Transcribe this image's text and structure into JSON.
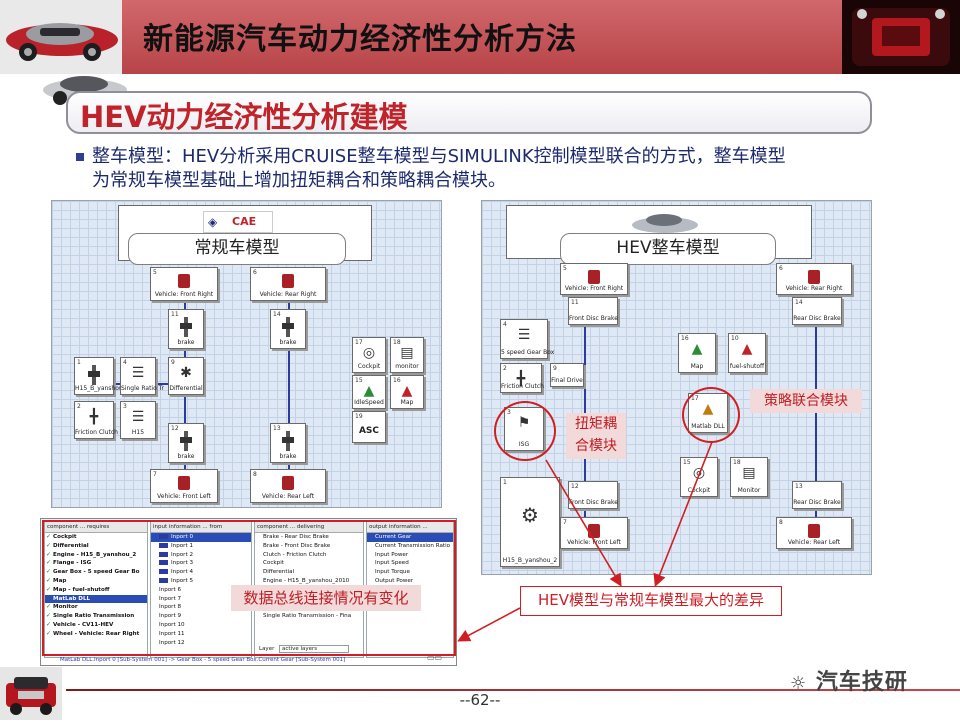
{
  "header": {
    "title": "新能源汽车动力经济性分析方法"
  },
  "section": {
    "title": "HEV动力经济性分析建模"
  },
  "body": {
    "line1": "整车模型：HEV分析采用CRUISE整车模型与SIMULINK控制模型联合的方式，整车模型",
    "line2": "为常规车模型基础上增加扭矩耦合和策略耦合模块。"
  },
  "left_diagram": {
    "label": "常规车模型",
    "logo": "CAE",
    "blocks": {
      "wheel_fr": {
        "num": "5",
        "cap": "Vehicle: Front Right"
      },
      "wheel_rr": {
        "num": "6",
        "cap": "Vehicle: Rear Right"
      },
      "brake_fr": {
        "num": "11",
        "cap": "brake"
      },
      "brake_rr": {
        "num": "14",
        "cap": "brake"
      },
      "engine": {
        "num": "1",
        "cap": "H15_B_yanshou_2"
      },
      "single_ratio": {
        "num": "4",
        "cap": "Single Ratio Tr"
      },
      "differential": {
        "num": "9",
        "cap": "Differential"
      },
      "friction_clutch": {
        "num": "2",
        "cap": "Friction Clutch"
      },
      "h15": {
        "num": "3",
        "cap": "H15"
      },
      "brake_fl": {
        "num": "12",
        "cap": "brake"
      },
      "brake_rl": {
        "num": "13",
        "cap": "brake"
      },
      "wheel_fl": {
        "num": "7",
        "cap": "Vehicle: Front Left"
      },
      "wheel_rl": {
        "num": "8",
        "cap": "Vehicle: Rear Left"
      },
      "cockpit": {
        "num": "17",
        "cap": "Cockpit"
      },
      "monitor": {
        "num": "18",
        "cap": "monitor"
      },
      "idle_speed": {
        "num": "15",
        "cap": "IdleSpeed"
      },
      "map": {
        "num": "16",
        "cap": "Map"
      },
      "asc": {
        "num": "19",
        "cap": "ASC"
      }
    }
  },
  "right_diagram": {
    "label": "HEV整车模型",
    "blocks": {
      "wheel_fr": {
        "num": "5",
        "cap": "Vehicle: Front Right"
      },
      "wheel_rr": {
        "num": "6",
        "cap": "Vehicle: Rear Right"
      },
      "disc_fr": {
        "num": "11",
        "cap": "Front Disc Brake"
      },
      "disc_rr": {
        "num": "14",
        "cap": "Rear Disc Brake"
      },
      "gearbox": {
        "num": "4",
        "cap": "5 speed Gear Box"
      },
      "friction_clutch": {
        "num": "2",
        "cap": "Friction Clutch"
      },
      "final_drive": {
        "num": "9",
        "cap": "Final Drive"
      },
      "isg": {
        "num": "3",
        "cap": "ISG"
      },
      "map": {
        "num": "16",
        "cap": "Map"
      },
      "fuel_cutoff": {
        "num": "10",
        "cap": "fuel-shutoff"
      },
      "matlab_dll": {
        "num": "17",
        "cap": "Matlab DLL"
      },
      "engine": {
        "num": "1",
        "cap": "H15_B_yanshou_2"
      },
      "disc_fl": {
        "num": "12",
        "cap": "Front Disc Brake"
      },
      "disc_rl": {
        "num": "13",
        "cap": "Rear Disc Brake"
      },
      "cockpit": {
        "num": "15",
        "cap": "Cockpit"
      },
      "monitor": {
        "num": "18",
        "cap": "Monitor"
      },
      "wheel_fl": {
        "num": "7",
        "cap": "Vehicle: Front Left"
      },
      "wheel_rl": {
        "num": "8",
        "cap": "Vehicle: Rear Left"
      }
    },
    "torque_label": "扭矩耦\n合模块",
    "strategy_label": "策略联合模块"
  },
  "bus_table": {
    "col1_header": "component ... requires",
    "col1": [
      "Cockpit",
      "Differential",
      "Engine - H15_B_yanshou_2",
      "Flange - ISG",
      "Gear Box - 5 speed Gear Bo",
      "Map",
      "Map - fuel-shutoff",
      "MatLab DLL",
      "Monitor",
      "Single Ratio Transmission",
      "Vehicle - CV11-HEV",
      "Wheel - Vehicle: Rear Right"
    ],
    "col2_header": "input information ... from",
    "col2": [
      "Inport 0",
      "Inport 1",
      "Inport 2",
      "Inport 3",
      "Inport 4",
      "Inport 5",
      "Inport 6",
      "Inport 7",
      "Inport 8",
      "Inport 9",
      "Inport 10",
      "Inport 11",
      "Inport 12"
    ],
    "col3_header": "component ... delivering",
    "col3": [
      "Brake - Rear Disc Brake",
      "Brake - Front Disc Brake",
      "Clutch - Friction Clutch",
      "Cockpit",
      "Differential",
      "Engine - H15_B_yanshou_2010",
      "Gear Box - 5 speed Gear Box",
      "",
      "Map - fuel-shutoff",
      "Single Ratio Transmission - Fina"
    ],
    "col4_header": "output information ...",
    "col4": [
      "Current Gear",
      "Current Transmission Ratio",
      "Input Power",
      "Input Speed",
      "Input Torque",
      "Output Power"
    ],
    "layer_label": "Layer",
    "layer_value": "active layers",
    "status": "MatLab DLL.Inport 0 [Sub-System 001] -> Gear Box - 5 speed Gear Box.Current Gear [Sub-System 001]",
    "overlay_label": "数据总线连接情况有变化"
  },
  "annotation": {
    "diff_label": "HEV模型与常规车模型最大的差异"
  },
  "footer": {
    "page": "--62--",
    "watermark": "汽车技研"
  }
}
